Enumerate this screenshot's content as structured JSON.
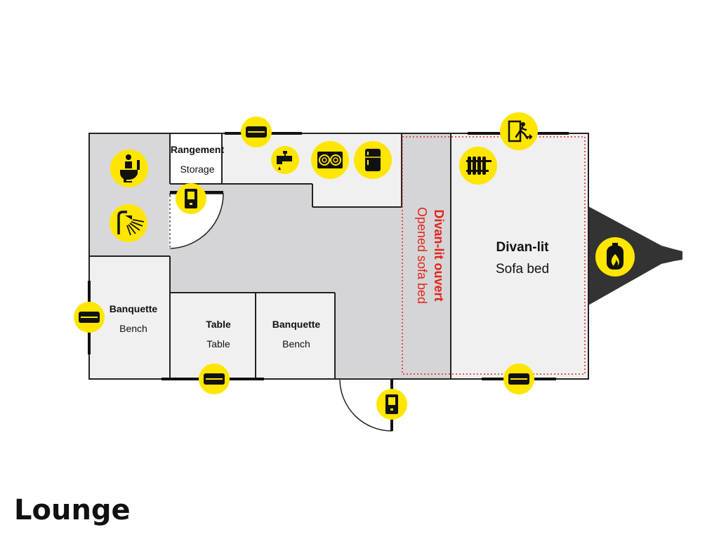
{
  "title": "Lounge",
  "labels": {
    "storage_fr": "Rangement",
    "storage_en": "Storage",
    "bench_left_fr": "Banquette",
    "bench_left_en": "Bench",
    "table_fr": "Table",
    "table_en": "Table",
    "bench_mid_fr": "Banquette",
    "bench_mid_en": "Bench",
    "opened_fr": "Divan-lit ouvert",
    "opened_en": "Opened sofa bed",
    "sofa_fr": "Divan-lit",
    "sofa_en": "Sofa bed"
  },
  "icons": [
    "toilet-icon",
    "shower-icon",
    "door-icon",
    "window-icon",
    "faucet-icon",
    "stove-icon",
    "fridge-icon",
    "heater-icon",
    "emergency-exit-icon",
    "gas-bottle-icon"
  ],
  "colors": {
    "wet_room": "#d8d8da",
    "floor": "#d5d5d7",
    "furniture": "#f0f0f0",
    "wall": "#222222",
    "marker": "#ffe600",
    "hitch": "#333333",
    "red_line": "#e2231a"
  }
}
